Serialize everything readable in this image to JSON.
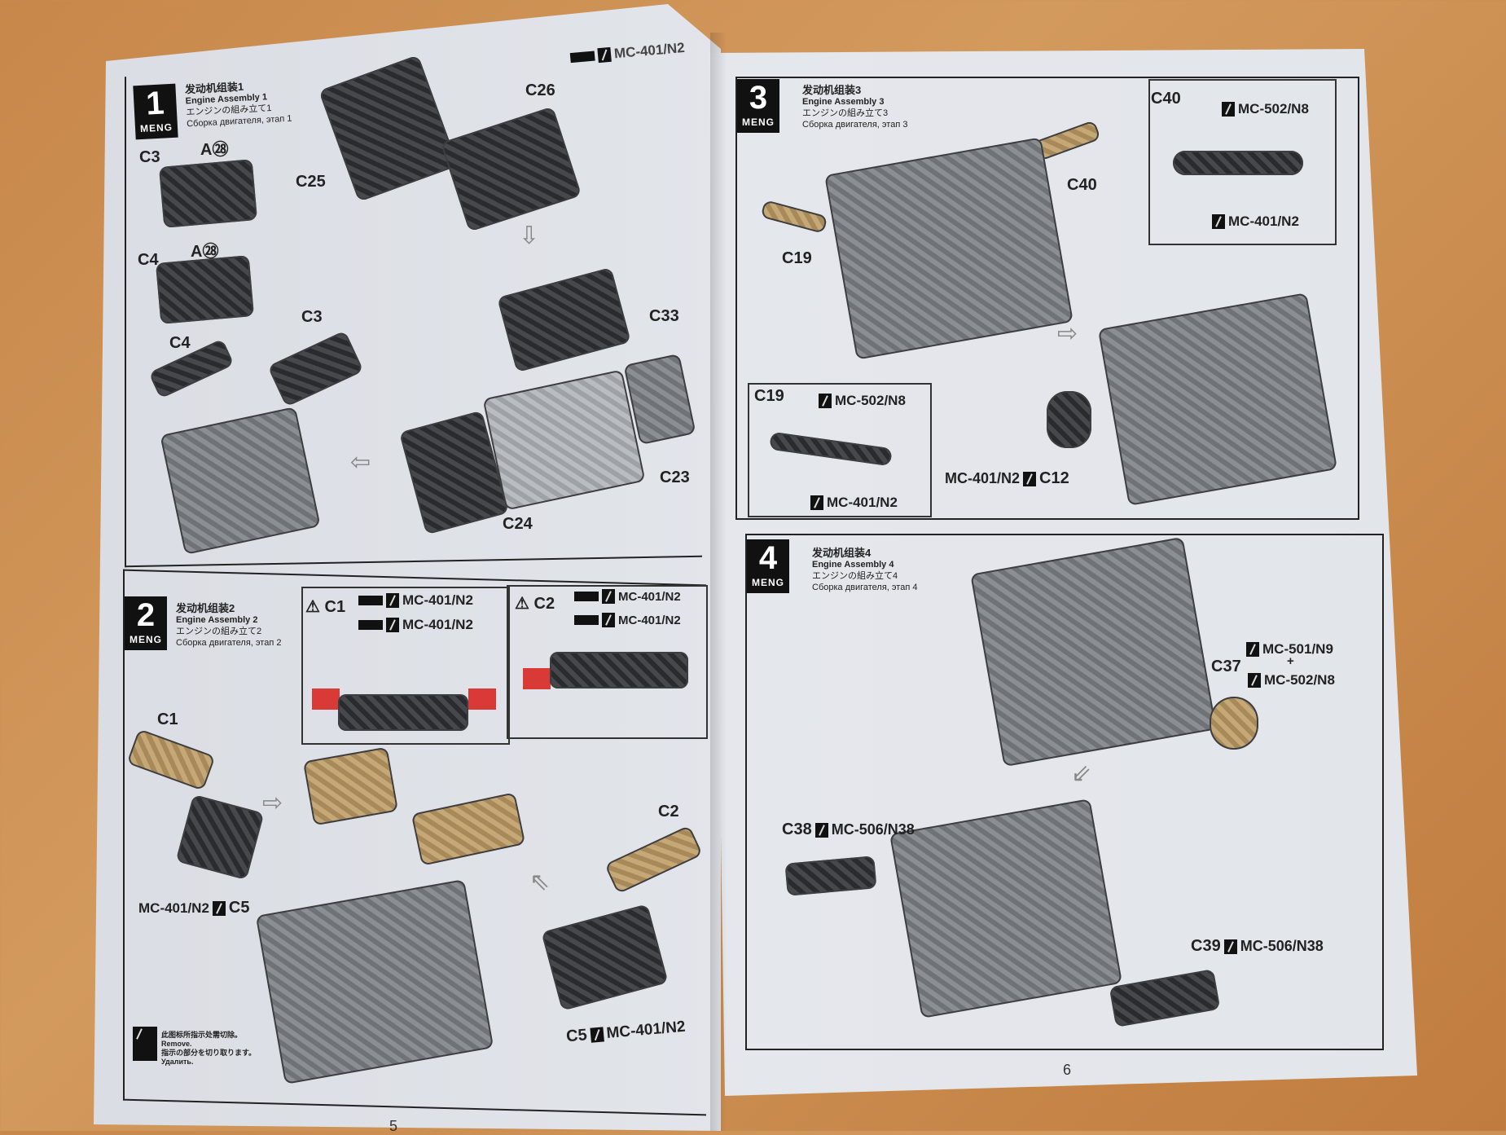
{
  "brand": "MENG",
  "top_code": "MC-401/N2",
  "steps": [
    {
      "number": "1",
      "cn": "发动机组装1",
      "en": "Engine Assembly 1",
      "jp": "エンジンの組み立て1",
      "ru": "Сборка двигателя, этап 1",
      "labels": {
        "c3": "C3",
        "c4": "C4",
        "a28a": "A㉘",
        "a28b": "A㉘",
        "c26": "C26",
        "c25": "C25",
        "c4b": "C4",
        "c3b": "C3",
        "c33": "C33",
        "c23": "C23",
        "c24": "C24"
      }
    },
    {
      "number": "2",
      "cn": "发动机组装2",
      "en": "Engine Assembly 2",
      "jp": "エンジンの組み立て2",
      "ru": "Сборка двигателя, этап 2",
      "labels": {
        "c1_callout": "C1",
        "c1_code1": "MC-401/N2",
        "c1_code2": "MC-401/N2",
        "c2_callout": "C2",
        "c2_code1": "MC-401/N2",
        "c2_code2": "MC-401/N2",
        "c1": "C1",
        "c5_code": "MC-401/N2",
        "c5": "C5",
        "c2": "C2",
        "c5b": "C5",
        "c5b_code": "MC-401/N2"
      },
      "note": {
        "cn": "此图标所指示处需切除。",
        "en": "Remove.",
        "jp": "指示の部分を切り取ります。",
        "ru": "Удалить."
      }
    },
    {
      "number": "3",
      "cn": "发动机组装3",
      "en": "Engine Assembly 3",
      "jp": "エンジンの組み立て3",
      "ru": "Сборка двигателя, этап 3",
      "labels": {
        "c40_box": "C40",
        "c40_code1": "MC-502/N8",
        "c40_code2": "MC-401/N2",
        "c40": "C40",
        "c19": "C19",
        "c19_box": "C19",
        "c19_code1": "MC-502/N8",
        "c19_code2": "MC-401/N2",
        "c12_code": "MC-401/N2",
        "c12": "C12"
      }
    },
    {
      "number": "4",
      "cn": "发动机组装4",
      "en": "Engine Assembly 4",
      "jp": "エンジンの組み立て4",
      "ru": "Сборка двигателя, этап 4",
      "labels": {
        "c37": "C37",
        "c37_code1": "MC-501/N9",
        "plus": "+",
        "c37_code2": "MC-502/N8",
        "c38": "C38",
        "c38_code": "MC-506/N38",
        "c39": "C39",
        "c39_code": "MC-506/N38"
      }
    }
  ],
  "page_numbers": {
    "left": "5",
    "right": "6"
  }
}
